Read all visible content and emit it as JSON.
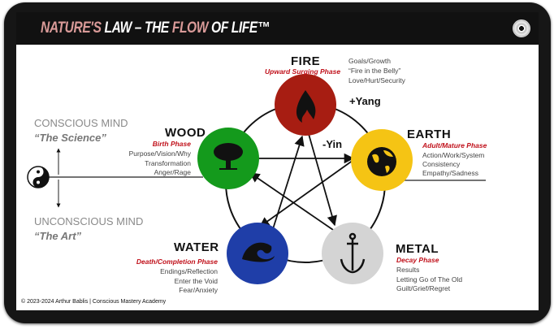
{
  "header": {
    "title_part1": "NATURE'S",
    "title_part2": " LAW – THE ",
    "title_part3": "FLOW",
    "title_part4": " OF LIFE™",
    "icon": "disc-icon"
  },
  "mind": {
    "conscious": "CONSCIOUS MIND",
    "conscious_sub": "“The Science”",
    "unconscious": "UNCONSCIOUS MIND",
    "unconscious_sub": "“The Art”"
  },
  "polarity": {
    "yang": "+Yang",
    "yin": "-Yin"
  },
  "elements": {
    "fire": {
      "name": "FIRE",
      "phase": "Upward Surging Phase",
      "details": [
        "Goals/Growth",
        "“Fire in the Belly”",
        "Love/Hurt/Security"
      ],
      "color": "#a71d12"
    },
    "wood": {
      "name": "WOOD",
      "phase": "Birth Phase",
      "details": [
        "Purpose/Vision/Why",
        "Transformation",
        "Anger/Rage"
      ],
      "color": "#149a1c"
    },
    "earth": {
      "name": "EARTH",
      "phase": "Adult/Mature Phase",
      "details": [
        "Action/Work/System",
        "Consistency",
        "Empathy/Sadness"
      ],
      "color": "#f5c414"
    },
    "water": {
      "name": "WATER",
      "phase": "Death/Completion Phase",
      "details": [
        "Endings/Reflection",
        "Enter the Void",
        "Fear/Anxiety"
      ],
      "color": "#1f3ea8"
    },
    "metal": {
      "name": "METAL",
      "phase": "Decay Phase",
      "details": [
        "Results",
        "Letting Go of The Old",
        "Guilt/Grief/Regret"
      ],
      "color": "#d4d4d4"
    }
  },
  "footer": {
    "copyright": "© 2023-2024 Arthur Bablis | Conscious Mastery Academy"
  }
}
